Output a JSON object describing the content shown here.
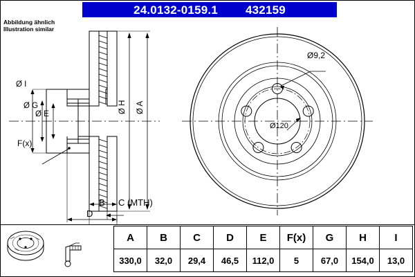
{
  "header": {
    "part_number": "24.0132-0159.1",
    "reference": "432159",
    "background_color": "#0000CC",
    "text_color": "#FFFFFF"
  },
  "notes": {
    "line1": "Abbildung ähnlich",
    "line2": "Illustration similar"
  },
  "side_view_labels": {
    "dia_i": "Ø I",
    "dia_g": "Ø G",
    "dia_e": "Ø E",
    "f_x": "F(x)",
    "dia_h": "Ø H",
    "dia_a": "Ø A",
    "b": "B",
    "c": "C  (MTH)",
    "d": "D"
  },
  "face_view_labels": {
    "bolt_hole_dia": "Ø9,2",
    "pitch_circle_dia": "Ø120"
  },
  "table": {
    "headers": [
      "A",
      "B",
      "C",
      "D",
      "E",
      "F(x)",
      "G",
      "H",
      "I"
    ],
    "values": [
      "330,0",
      "32,0",
      "29,4",
      "46,5",
      "112,0",
      "5",
      "67,0",
      "154,0",
      "13,0"
    ]
  },
  "icons": {
    "disc": "brake-disc-icon",
    "caliper": "caliper-measure-icon"
  }
}
